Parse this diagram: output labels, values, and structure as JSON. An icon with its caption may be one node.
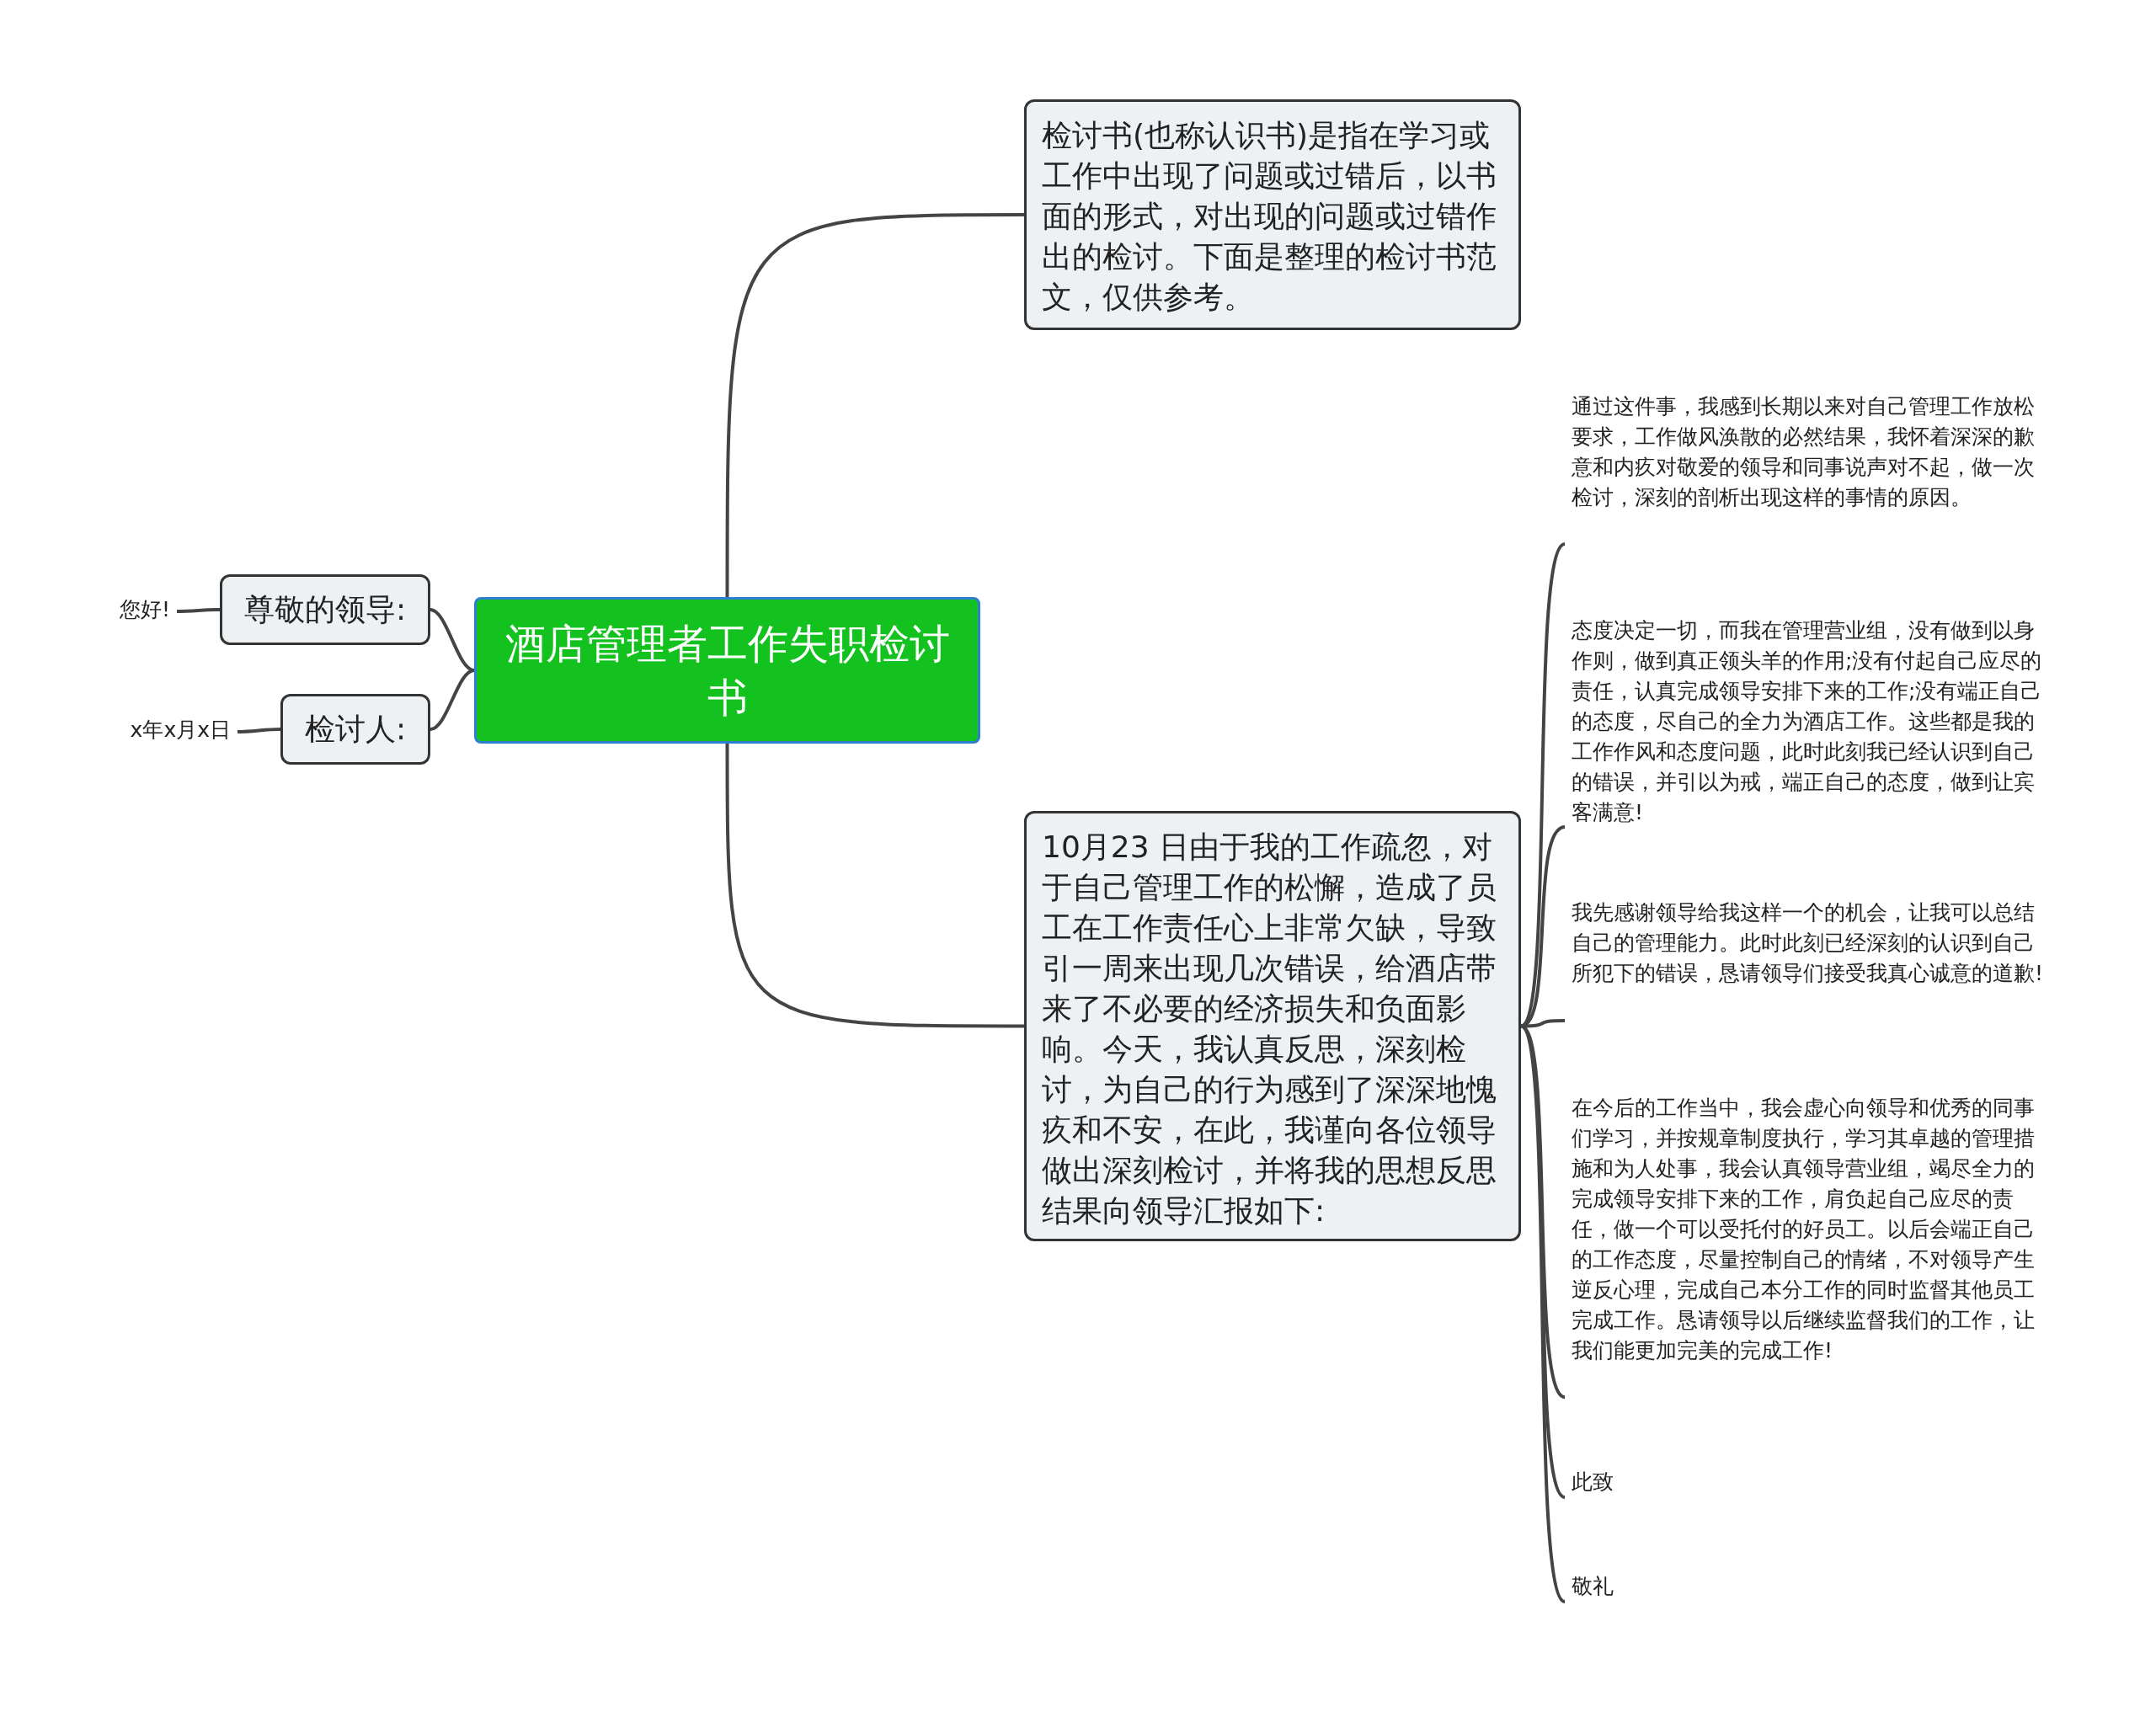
{
  "diagram": {
    "nodes": [
      {
        "text": [
          "酒店管理者工作失职检讨书"
        ]
      },
      {
        "text": [
          "检讨书(也称认识书)是指在学习或工作中出现了问题或过错后，以书面的形式，对出现的问题或过错作出的检讨。下面是整理的检讨书范文，仅供参考。"
        ]
      },
      {
        "text": [
          "尊敬的领导:"
        ]
      },
      {
        "text": [
          "您好!"
        ]
      },
      {
        "text": [
          "检讨人:"
        ]
      },
      {
        "text": [
          "x年x月x日"
        ]
      },
      {
        "text": [
          "10月23 日由于我的工作疏忽，对于自己管理工作的松懈，造成了员工在工作责任心上非常欠缺，导致引一周来出现几次错误，给酒店带来了不必要的经济损失和负面影响。今天，我认真反思，深刻检讨，为自己的行为感到了深深地愧疚和不安，在此，我谨向各位领导做出深刻检讨，并将我的思想反思结果向领导汇报如下:"
        ]
      },
      {
        "text": [
          "通过这件事，我感到长期以来对自己管理工作放松要求，工作做风涣散的必然结果，我怀着深深的歉意和内疚对敬爱的领导和同事说声对不起，做一次检讨，深刻的剖析出现这样的事情的原因。"
        ]
      },
      {
        "text": [
          "态度决定一切，而我在管理营业组，没有做到以身作则，做到真正领头羊的作用;没有付起自己应尽的责任，认真完成领导安排下来的工作;没有端正自己的态度，尽自己的全力为酒店工作。这些都是我的工作作风和态度问题，此时此刻我已经认识到自己的错误，并引以为戒，端正自己的态度，做到让宾客满意!"
        ]
      },
      {
        "text": [
          "我先感谢领导给我这样一个的机会，让我可以总结自己的管理能力。此时此刻已经深刻的认识到自己所犯下的错误，恳请领导们接受我真心诚意的道歉!"
        ]
      },
      {
        "text": [
          "在今后的工作当中，我会虚心向领导和优秀的同事们学习，并按规章制度执行，学习其卓越的管理措施和为人处事，我会认真领导营业组，竭尽全力的完成领导安排下来的工作，肩负起自己应尽的责任，做一个可以受托付的好员工。以后会端正自己的工作态度，尽量控制自己的情绪，不对领导产生逆反心理，完成自己本分工作的同时监督其他员工完成工作。恳请领导以后继续监督我们的工作，让我们能更加完美的完成工作!"
        ]
      },
      {
        "text": [
          "此致"
        ]
      },
      {
        "text": [
          "敬礼"
        ]
      }
    ],
    "edges": [
      {
        "from": 0,
        "to": 1,
        "arrow": "none"
      },
      {
        "from": 0,
        "to": 6,
        "arrow": "none"
      },
      {
        "from": 0,
        "to": 2,
        "arrow": "none"
      },
      {
        "from": 2,
        "to": 3,
        "arrow": "none"
      },
      {
        "from": 0,
        "to": 4,
        "arrow": "none"
      },
      {
        "from": 4,
        "to": 5,
        "arrow": "none"
      },
      {
        "from": 6,
        "to": 7,
        "arrow": "none"
      },
      {
        "from": 6,
        "to": 8,
        "arrow": "none"
      },
      {
        "from": 6,
        "to": 9,
        "arrow": "none"
      },
      {
        "from": 6,
        "to": 10,
        "arrow": "none"
      },
      {
        "from": 6,
        "to": 11,
        "arrow": "none"
      },
      {
        "from": 6,
        "to": 12,
        "arrow": "none"
      }
    ]
  }
}
